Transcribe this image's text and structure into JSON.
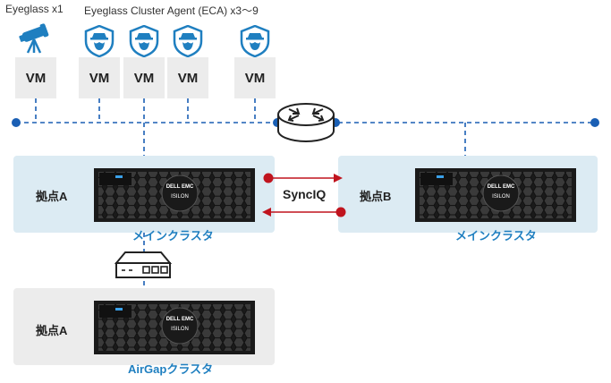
{
  "header": {
    "eyeglass_label": "Eyeglass x1",
    "eca_label": "Eyeglass Cluster Agent (ECA) x3〜9"
  },
  "vms": [
    {
      "label": "VM",
      "icon": "telescope-icon"
    },
    {
      "label": "VM",
      "icon": "agent-shield-icon"
    },
    {
      "label": "VM",
      "icon": "agent-shield-icon"
    },
    {
      "label": "VM",
      "icon": "agent-shield-icon"
    },
    {
      "label": "VM",
      "icon": "agent-shield-icon"
    }
  ],
  "sites": {
    "main_a": {
      "site_label": "拠点A",
      "cluster_label": "メインクラスタ"
    },
    "main_b": {
      "site_label": "拠点B",
      "cluster_label": "メインクラスタ"
    },
    "airgap": {
      "site_label": "拠点A",
      "cluster_label": "AirGapクラスタ"
    }
  },
  "replication": {
    "label": "SyncIQ"
  },
  "storage_brand": {
    "vendor": "DELL EMC",
    "product": "ISILON"
  },
  "colors": {
    "network": "#1a5fb4",
    "replication": "#c0141e",
    "cluster_label": "#1f7fc0",
    "main_site_bg": "#dcebf3",
    "airgap_site_bg": "#ececec"
  }
}
